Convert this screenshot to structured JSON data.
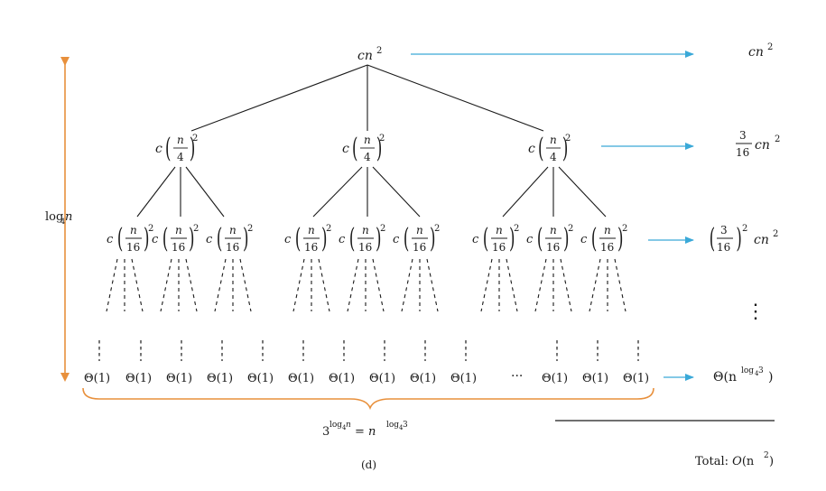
{
  "root": {
    "coef": "c",
    "var": "n",
    "exp": "2"
  },
  "level1": {
    "coef": "c",
    "num": "n",
    "den": "4",
    "exp": "2",
    "count": 3
  },
  "level2": {
    "coef": "c",
    "num": "n",
    "den": "16",
    "exp": "2",
    "count": 9
  },
  "leaf_label": "Θ(1)",
  "ellipsis": "···",
  "right_sums": {
    "level0": {
      "coef": "c",
      "var": "n",
      "exp": "2"
    },
    "level1": {
      "num": "3",
      "den": "16",
      "rest": "cn",
      "exp": "2"
    },
    "level2": {
      "num": "3",
      "den": "16",
      "exp": "2",
      "rest": "cn",
      "rest_exp": "2"
    },
    "vdots": "⋮",
    "leaves": "Θ(n",
    "leaves_exp": "log",
    "leaves_sub": "4",
    "leaves_exp_tail": " 3",
    "leaves_close": ")"
  },
  "height_label": {
    "log": "log",
    "sub": "4",
    "var": " n"
  },
  "leaf_count": {
    "base": "3",
    "exp_log": "log",
    "exp_sub": "4",
    "exp_var": " n",
    "eq": " = n",
    "rhs_exp_log": "log",
    "rhs_exp_sub": "4",
    "rhs_exp_tail": " 3"
  },
  "total": {
    "label": "Total: ",
    "big_o": "O",
    "paren_open": "(n",
    "exp": "2",
    "paren_close": ")"
  },
  "caption": "(d)",
  "colors": {
    "arrow": "#3aa9d8",
    "brace": "#e8903c",
    "ink": "#1a1a1a"
  }
}
